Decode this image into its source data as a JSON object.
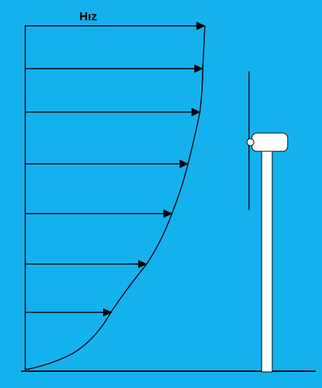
{
  "diagram": {
    "velocity_label": "Hız",
    "colors": {
      "background": "#13b1ee",
      "line": "#000000",
      "turbine_fill": "#ffffff"
    },
    "elements": {
      "profile": "wind-velocity-profile",
      "turbine": "wind-turbine",
      "arrow_count": 7
    }
  }
}
